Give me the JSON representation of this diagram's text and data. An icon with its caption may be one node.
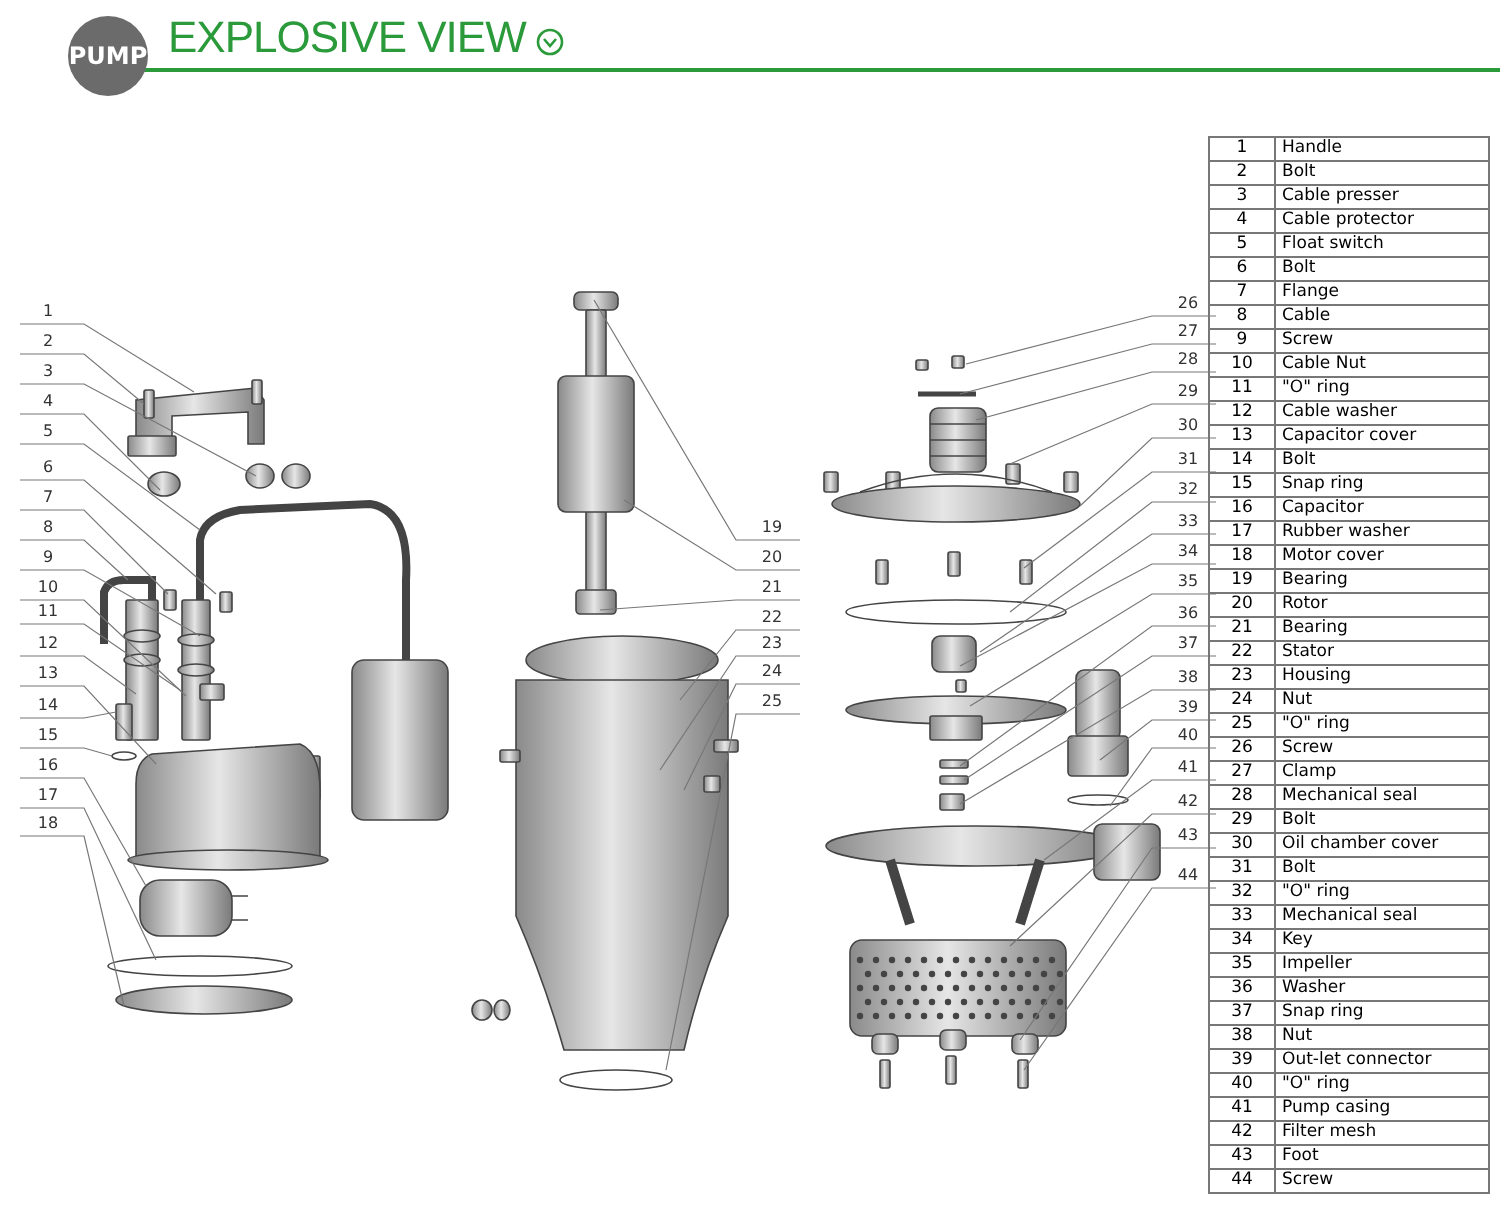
{
  "diagram": {
    "title": "EXPLOSIVE VIEW",
    "nodes": [
      {
        "text": [
          "1"
        ]
      },
      {
        "text": [
          "2"
        ]
      },
      {
        "text": [
          "3"
        ]
      },
      {
        "text": [
          "4"
        ]
      },
      {
        "text": [
          "5"
        ]
      },
      {
        "text": [
          "6"
        ]
      },
      {
        "text": [
          "7"
        ]
      },
      {
        "text": [
          "8"
        ]
      },
      {
        "text": [
          "9"
        ]
      },
      {
        "text": [
          "10"
        ]
      },
      {
        "text": [
          "11"
        ]
      },
      {
        "text": [
          "12"
        ]
      },
      {
        "text": [
          "13"
        ]
      },
      {
        "text": [
          "14"
        ]
      },
      {
        "text": [
          "15"
        ]
      },
      {
        "text": [
          "16"
        ]
      },
      {
        "text": [
          "17"
        ]
      },
      {
        "text": [
          "18"
        ]
      },
      {
        "text": [
          "19"
        ]
      },
      {
        "text": [
          "20"
        ]
      },
      {
        "text": [
          "21"
        ]
      },
      {
        "text": [
          "22"
        ]
      },
      {
        "text": [
          "23"
        ]
      },
      {
        "text": [
          "24"
        ]
      },
      {
        "text": [
          "25"
        ]
      },
      {
        "text": [
          "26"
        ]
      },
      {
        "text": [
          "27"
        ]
      },
      {
        "text": [
          "28"
        ]
      },
      {
        "text": [
          "29"
        ]
      },
      {
        "text": [
          "30"
        ]
      },
      {
        "text": [
          "31"
        ]
      },
      {
        "text": [
          "32"
        ]
      },
      {
        "text": [
          "33"
        ]
      },
      {
        "text": [
          "34"
        ]
      },
      {
        "text": [
          "35"
        ]
      },
      {
        "text": [
          "36"
        ]
      },
      {
        "text": [
          "37"
        ]
      },
      {
        "text": [
          "38"
        ]
      },
      {
        "text": [
          "39"
        ]
      },
      {
        "text": [
          "40"
        ]
      },
      {
        "text": [
          "41"
        ]
      },
      {
        "text": [
          "42"
        ]
      },
      {
        "text": [
          "43"
        ]
      },
      {
        "text": [
          "44"
        ]
      }
    ],
    "edges": [
      {
        "from": 0,
        "to": null,
        "arrow": "none"
      },
      {
        "from": 1,
        "to": null,
        "arrow": "none"
      },
      {
        "from": 2,
        "to": null,
        "arrow": "none"
      },
      {
        "from": 3,
        "to": null,
        "arrow": "none"
      },
      {
        "from": 4,
        "to": null,
        "arrow": "none"
      },
      {
        "from": 5,
        "to": null,
        "arrow": "none"
      },
      {
        "from": 6,
        "to": null,
        "arrow": "none"
      },
      {
        "from": 7,
        "to": null,
        "arrow": "none"
      },
      {
        "from": 8,
        "to": null,
        "arrow": "none"
      },
      {
        "from": 9,
        "to": null,
        "arrow": "none"
      },
      {
        "from": 10,
        "to": null,
        "arrow": "none"
      },
      {
        "from": 11,
        "to": null,
        "arrow": "none"
      },
      {
        "from": 12,
        "to": null,
        "arrow": "none"
      },
      {
        "from": 13,
        "to": null,
        "arrow": "none"
      },
      {
        "from": 14,
        "to": null,
        "arrow": "none"
      },
      {
        "from": 15,
        "to": null,
        "arrow": "none"
      },
      {
        "from": 16,
        "to": null,
        "arrow": "none"
      },
      {
        "from": 17,
        "to": null,
        "arrow": "none"
      },
      {
        "from": 18,
        "to": null,
        "arrow": "none"
      },
      {
        "from": 19,
        "to": null,
        "arrow": "none"
      },
      {
        "from": 20,
        "to": null,
        "arrow": "none"
      },
      {
        "from": 21,
        "to": null,
        "arrow": "none"
      },
      {
        "from": 22,
        "to": null,
        "arrow": "none"
      },
      {
        "from": 23,
        "to": null,
        "arrow": "none"
      },
      {
        "from": 24,
        "to": null,
        "arrow": "none"
      },
      {
        "from": 25,
        "to": null,
        "arrow": "none"
      },
      {
        "from": 26,
        "to": null,
        "arrow": "none"
      },
      {
        "from": 27,
        "to": null,
        "arrow": "none"
      },
      {
        "from": 28,
        "to": null,
        "arrow": "none"
      },
      {
        "from": 29,
        "to": null,
        "arrow": "none"
      },
      {
        "from": 30,
        "to": null,
        "arrow": "none"
      },
      {
        "from": 31,
        "to": null,
        "arrow": "none"
      },
      {
        "from": 32,
        "to": null,
        "arrow": "none"
      },
      {
        "from": 33,
        "to": null,
        "arrow": "none"
      },
      {
        "from": 34,
        "to": null,
        "arrow": "none"
      },
      {
        "from": 35,
        "to": null,
        "arrow": "none"
      },
      {
        "from": 36,
        "to": null,
        "arrow": "none"
      },
      {
        "from": 37,
        "to": null,
        "arrow": "none"
      },
      {
        "from": 38,
        "to": null,
        "arrow": "none"
      },
      {
        "from": 39,
        "to": null,
        "arrow": "none"
      },
      {
        "from": 40,
        "to": null,
        "arrow": "none"
      },
      {
        "from": 41,
        "to": null,
        "arrow": "none"
      },
      {
        "from": 42,
        "to": null,
        "arrow": "none"
      },
      {
        "from": 43,
        "to": null,
        "arrow": "none"
      }
    ],
    "labels": [
      "PUMP",
      "1",
      "Handle",
      "2",
      "Bolt",
      "3",
      "Cable presser",
      "4",
      "Cable protector",
      "5",
      "Float switch",
      "6",
      "Bolt",
      "7",
      "Flange",
      "8",
      "Cable",
      "9",
      "Screw",
      "10",
      "Cable Nut",
      "11",
      "\"O\" ring",
      "12",
      "Cable washer",
      "13",
      "Capacitor cover",
      "14",
      "Bolt",
      "15",
      "Snap ring",
      "16",
      "Capacitor",
      "17",
      "Rubber washer",
      "18",
      "Motor cover",
      "19",
      "Bearing",
      "20",
      "Rotor",
      "21",
      "Bearing",
      "22",
      "Stator",
      "23",
      "Housing",
      "24",
      "Nut",
      "25",
      "\"O\" ring",
      "26",
      "Screw",
      "27",
      "Clamp",
      "28",
      "Mechanical seal",
      "29",
      "Bolt",
      "30",
      "Oil chamber cover",
      "31",
      "Bolt",
      "32",
      "\"O\" ring",
      "33",
      "Mechanical seal",
      "34",
      "Key",
      "35",
      "Impeller",
      "36",
      "Washer",
      "37",
      "Snap ring",
      "38",
      "Nut",
      "39",
      "Out-let connector",
      "40",
      "\"O\" ring",
      "41",
      "Pump casing",
      "42",
      "Filter mesh",
      "43",
      "Foot",
      "44",
      "Screw"
    ]
  }
}
